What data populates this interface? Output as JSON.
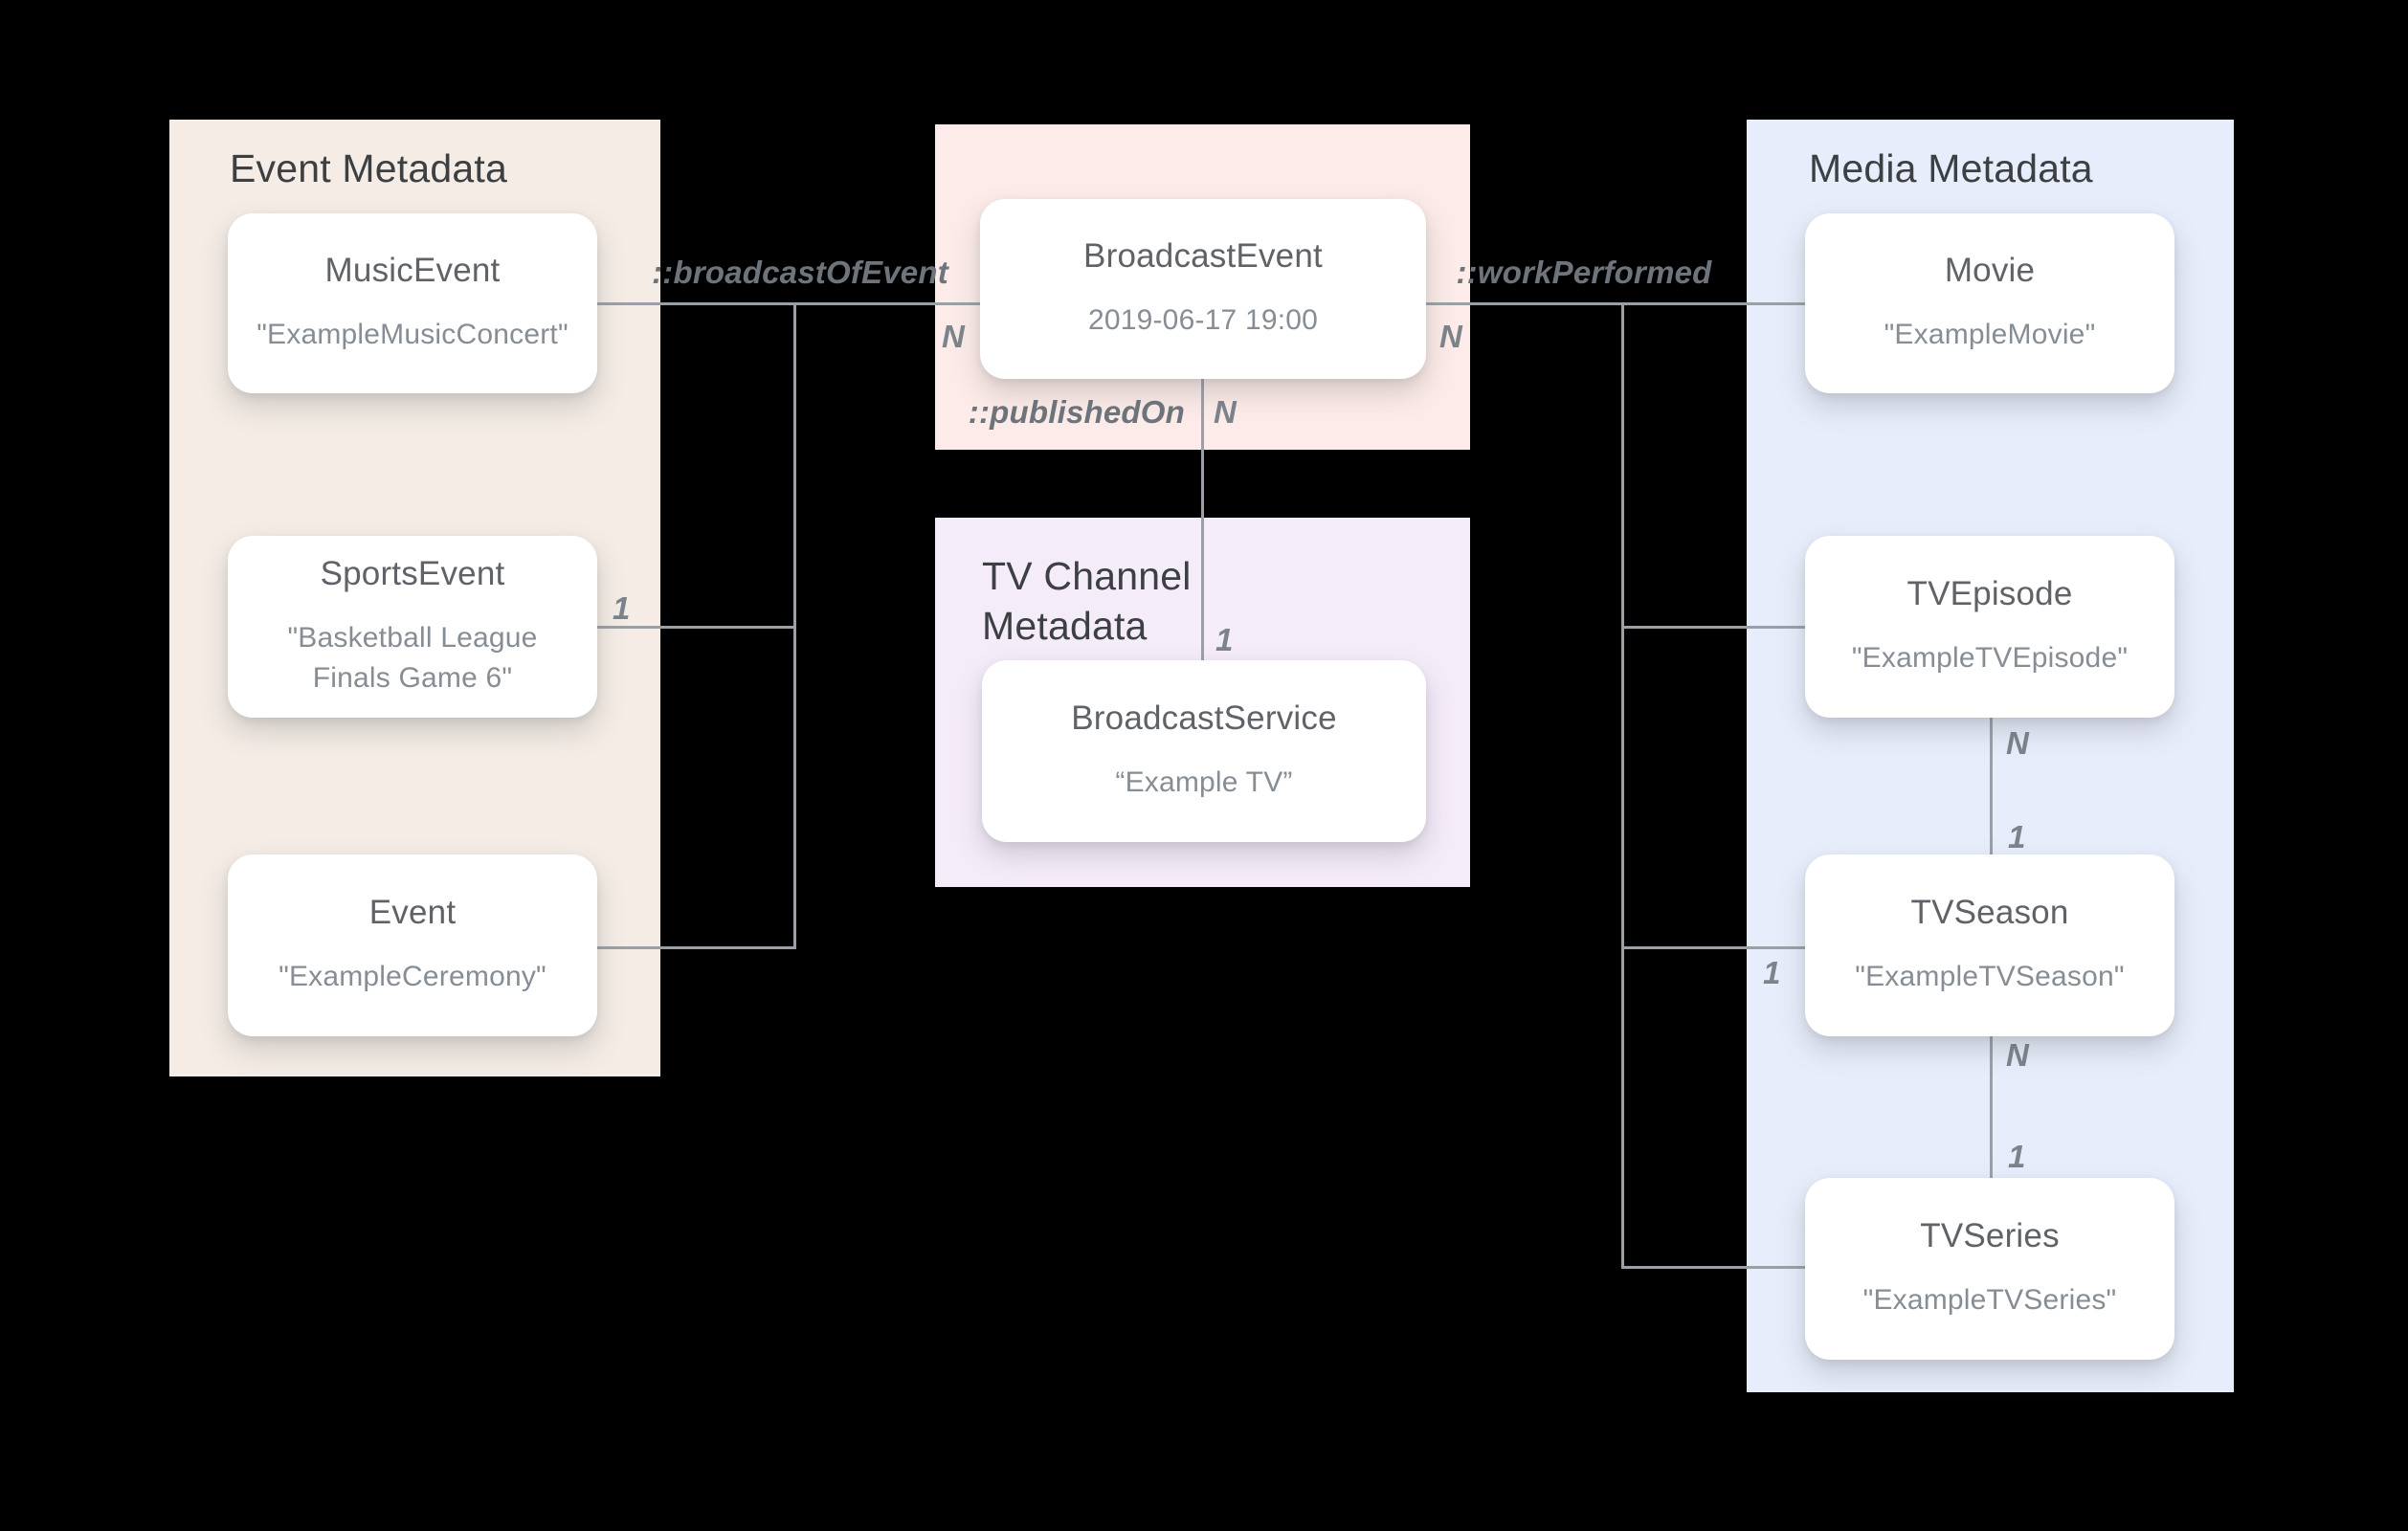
{
  "panels": {
    "event": {
      "title": "Event Metadata"
    },
    "broadcast": {
      "title": ""
    },
    "tv_channel": {
      "title": "TV Channel Metadata"
    },
    "media": {
      "title": "Media Metadata"
    }
  },
  "cards": {
    "music_event": {
      "title": "MusicEvent",
      "value": "\"ExampleMusicConcert\""
    },
    "sports_event": {
      "title": "SportsEvent",
      "value": "\"Basketball League Finals Game 6\""
    },
    "event": {
      "title": "Event",
      "value": "\"ExampleCeremony\""
    },
    "broadcast_event": {
      "title": "BroadcastEvent",
      "value": "2019-06-17 19:00"
    },
    "broadcast_service": {
      "title": "BroadcastService",
      "value": "“Example TV”"
    },
    "movie": {
      "title": "Movie",
      "value": "\"ExampleMovie\""
    },
    "tv_episode": {
      "title": "TVEpisode",
      "value": "\"ExampleTVEpisode\""
    },
    "tv_season": {
      "title": "TVSeason",
      "value": "\"ExampleTVSeason\""
    },
    "tv_series": {
      "title": "TVSeries",
      "value": "\"ExampleTVSeries\""
    }
  },
  "relations": {
    "broadcast_of_event": "::broadcastOfEvent",
    "work_performed": "::workPerformed",
    "published_on": "::publishedOn"
  },
  "cardinalities": {
    "n_broadcast_left": "N",
    "one_sports": "1",
    "n_work_right": "N",
    "n_published": "N",
    "one_published": "1",
    "n_episode_season": "N",
    "one_episode_season": "1",
    "n_season_series": "N",
    "one_season_series": "1",
    "one_season_branch": "1"
  },
  "colors": {
    "panel_event_bg": "#f4ece5",
    "panel_broadcast_bg": "#fcebe8",
    "panel_tv_channel_bg": "#f5ecfa",
    "panel_media_bg": "#e8edfb",
    "card_bg": "#ffffff",
    "line": "#9aa0a6",
    "title_text": "#3c4043",
    "card_title_text": "#5f6368",
    "card_value_text": "#868d94",
    "relation_text": "#6e747b",
    "cardinality_text": "#7d838b"
  }
}
